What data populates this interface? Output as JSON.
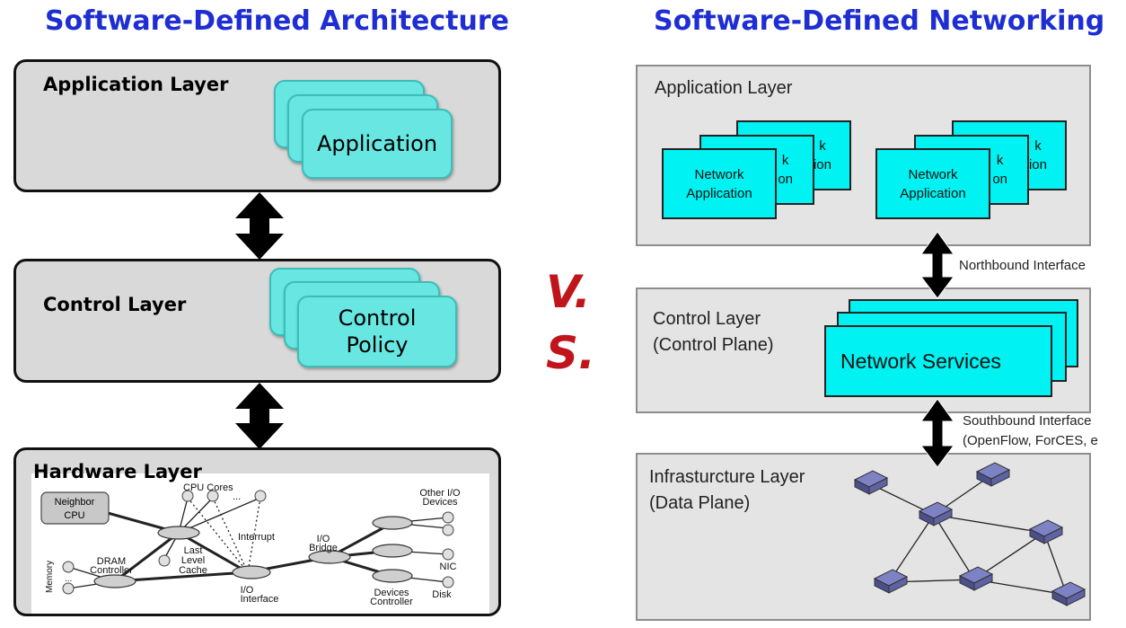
{
  "left": {
    "title": "Software-Defined Architecture",
    "application_layer": {
      "label": "Application Layer",
      "card": "Application"
    },
    "control_layer": {
      "label": "Control Layer",
      "card_line1": "Control",
      "card_line2": "Policy"
    },
    "hardware_layer": {
      "label": "Hardware Layer",
      "neighbor_cpu_line1": "Neighbor",
      "neighbor_cpu_line2": "CPU",
      "cpu_cores": "CPU Cores",
      "ellipsis": "...",
      "llc_line1": "Last",
      "llc_line2": "Level",
      "llc_line3": "Cache",
      "interrupt": "Interrupt",
      "io_bridge_line1": "I/O",
      "io_bridge_line2": "Bridge",
      "other_io_line1": "Other I/O",
      "other_io_line2": "Devices",
      "dram_line1": "DRAM",
      "dram_line2": "Controller",
      "memory": "Memory",
      "io_iface_line1": "I/O",
      "io_iface_line2": "Interface",
      "nic": "NIC",
      "devices_ctrl_line1": "Devices",
      "devices_ctrl_line2": "Controller",
      "disk": "Disk"
    }
  },
  "vs": {
    "line1": "V.",
    "line2": "S."
  },
  "right": {
    "title": "Software-Defined Networking",
    "application_layer": {
      "label": "Application Layer",
      "app_line1": "Network",
      "app_line2": "Application",
      "peek_line1": "k",
      "peek_line2": "on",
      "peek2_line1": "k",
      "peek2_line2": "ion"
    },
    "northbound": "Northbound Interface",
    "control_layer": {
      "label": "Control Layer\n(Control Plane)",
      "services": "Network Services"
    },
    "southbound": "Southbound Interface\n(OpenFlow, ForCES, e",
    "infrastructure_layer": {
      "label": "Infrasturcture Layer\n(Data Plane)"
    }
  },
  "colors": {
    "title_blue": "#1e2ed3",
    "vs_red": "#c0161b",
    "card_cyan": "#67e6e2",
    "netapp_cyan": "#00f2f2",
    "layer_gray": "#d9d9d9"
  }
}
